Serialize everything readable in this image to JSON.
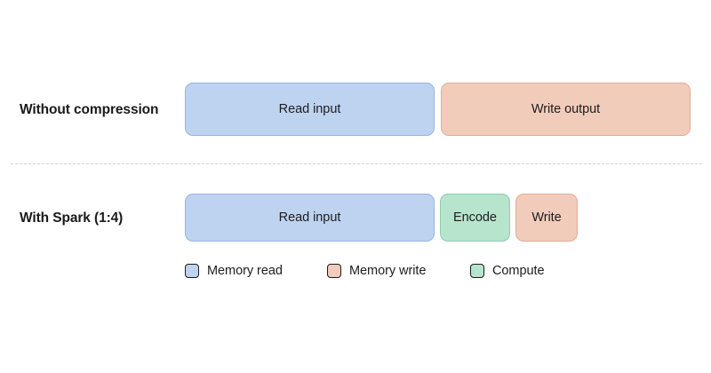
{
  "diagram": {
    "background_color": "#ffffff",
    "divider": {
      "style": "dashed",
      "color": "#d4d4d4"
    },
    "palette": {
      "memory_read_fill": "#bed3f0",
      "memory_read_border": "#95b4e0",
      "memory_write_fill": "#f2ccbb",
      "memory_write_border": "#e0ad97",
      "compute_fill": "#b6e4cd",
      "compute_border": "#8ecdb1",
      "text_color": "#1d1d1d"
    },
    "rows": [
      {
        "label": "Without compression",
        "segments": [
          {
            "text": "Read input",
            "category": "memory-read"
          },
          {
            "text": "Write output",
            "category": "memory-write"
          }
        ]
      },
      {
        "label": "With Spark (1:4)",
        "segments": [
          {
            "text": "Read input",
            "category": "memory-read"
          },
          {
            "text": "Encode",
            "category": "compute"
          },
          {
            "text": "Write",
            "category": "memory-write"
          }
        ]
      }
    ],
    "legend": [
      {
        "label": "Memory read",
        "category": "memory-read"
      },
      {
        "label": "Memory write",
        "category": "memory-write"
      },
      {
        "label": "Compute",
        "category": "compute"
      }
    ]
  }
}
